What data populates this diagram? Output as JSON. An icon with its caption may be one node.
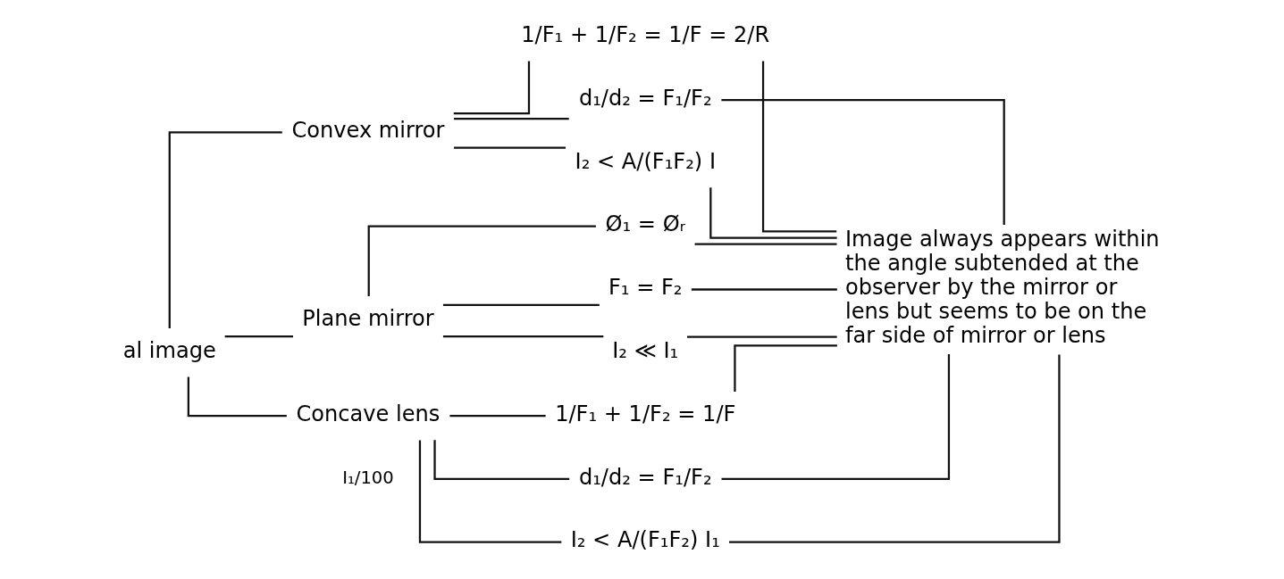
{
  "diagram": {
    "nodes": [
      {
        "text": [
          "al image"
        ]
      },
      {
        "text": [
          "Convex mirror"
        ]
      },
      {
        "text": [
          "Plane mirror"
        ]
      },
      {
        "text": [
          "Concave lens"
        ]
      },
      {
        "text": [
          "1/F₁ + 1/F₂ = 1/F = 2/R"
        ]
      },
      {
        "text": [
          "d₁/d₂ = F₁/F₂"
        ]
      },
      {
        "text": [
          "I₂ < A/(F₁F₂) I"
        ]
      },
      {
        "text": [
          "Ø₁ = Øᵣ"
        ]
      },
      {
        "text": [
          "F₁ = F₂"
        ]
      },
      {
        "text": [
          "I₂ ≪ I₁"
        ]
      },
      {
        "text": [
          "1/F₁ + 1/F₂ = 1/F"
        ]
      },
      {
        "text": [
          "d₁/d₂ = F₁/F₂"
        ]
      },
      {
        "text": [
          "I₂ < A/(F₁F₂) I₁"
        ]
      },
      {
        "text": [
          "Image always appears within the angle subtended at the observer by the mirror or lens but seems to be on the far side of mirror or lens"
        ]
      }
    ],
    "edges": [
      {
        "from": 0,
        "to": 1,
        "arrow": "none"
      },
      {
        "from": 0,
        "to": 2,
        "arrow": "none"
      },
      {
        "from": 0,
        "to": 3,
        "arrow": "none"
      },
      {
        "from": 1,
        "to": 4,
        "arrow": "none"
      },
      {
        "from": 1,
        "to": 5,
        "arrow": "none"
      },
      {
        "from": 1,
        "to": 6,
        "arrow": "none"
      },
      {
        "from": 2,
        "to": 7,
        "arrow": "none"
      },
      {
        "from": 2,
        "to": 8,
        "arrow": "none"
      },
      {
        "from": 2,
        "to": 9,
        "arrow": "none"
      },
      {
        "from": 3,
        "to": 10,
        "arrow": "none"
      },
      {
        "from": 3,
        "to": 11,
        "arrow": "none"
      },
      {
        "from": 3,
        "to": 12,
        "arrow": "none"
      },
      {
        "from": 4,
        "to": 13,
        "arrow": "none"
      },
      {
        "from": 5,
        "to": 13,
        "arrow": "none"
      },
      {
        "from": 6,
        "to": 13,
        "arrow": "none"
      },
      {
        "from": 7,
        "to": 13,
        "arrow": "none"
      },
      {
        "from": 8,
        "to": 13,
        "arrow": "none"
      },
      {
        "from": 9,
        "to": 13,
        "arrow": "none"
      },
      {
        "from": 10,
        "to": 13,
        "arrow": "none"
      },
      {
        "from": 11,
        "to": 13,
        "arrow": "none"
      },
      {
        "from": 12,
        "to": 13,
        "arrow": "none"
      }
    ],
    "labels": [
      "I₁/100"
    ]
  }
}
